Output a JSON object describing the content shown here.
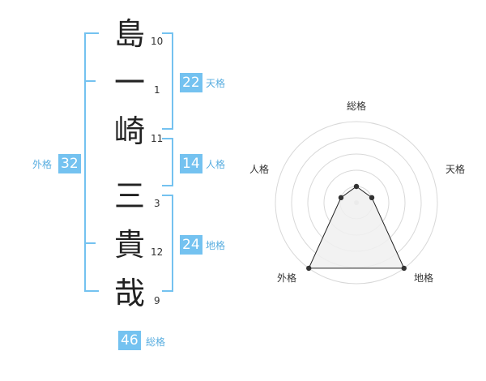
{
  "characters": [
    {
      "char": "島",
      "strokes": "10"
    },
    {
      "char": "一",
      "strokes": "1"
    },
    {
      "char": "崎",
      "strokes": "11"
    },
    {
      "char": "三",
      "strokes": "3"
    },
    {
      "char": "貴",
      "strokes": "12"
    },
    {
      "char": "哉",
      "strokes": "9"
    }
  ],
  "fortunes": {
    "tenkaku": {
      "value": "22",
      "label": "天格"
    },
    "jinkaku": {
      "value": "14",
      "label": "人格"
    },
    "chikaku": {
      "value": "24",
      "label": "地格"
    },
    "gaikaku": {
      "value": "32",
      "label": "外格"
    },
    "soukaku": {
      "value": "46",
      "label": "総格"
    }
  },
  "colors": {
    "accent": "#74c2f0",
    "accent_text": "#5aaee0"
  },
  "chart_data": {
    "type": "radar",
    "axes": [
      "総格",
      "天格",
      "地格",
      "外格",
      "人格"
    ],
    "values": [
      0.2,
      0.2,
      1.0,
      1.0,
      0.2
    ],
    "range": [
      0,
      1
    ],
    "rings": 5,
    "colors": {
      "ring": "#d8d8d8",
      "fill": "#f0f0f0",
      "line": "#222222",
      "point": "#333333"
    }
  }
}
